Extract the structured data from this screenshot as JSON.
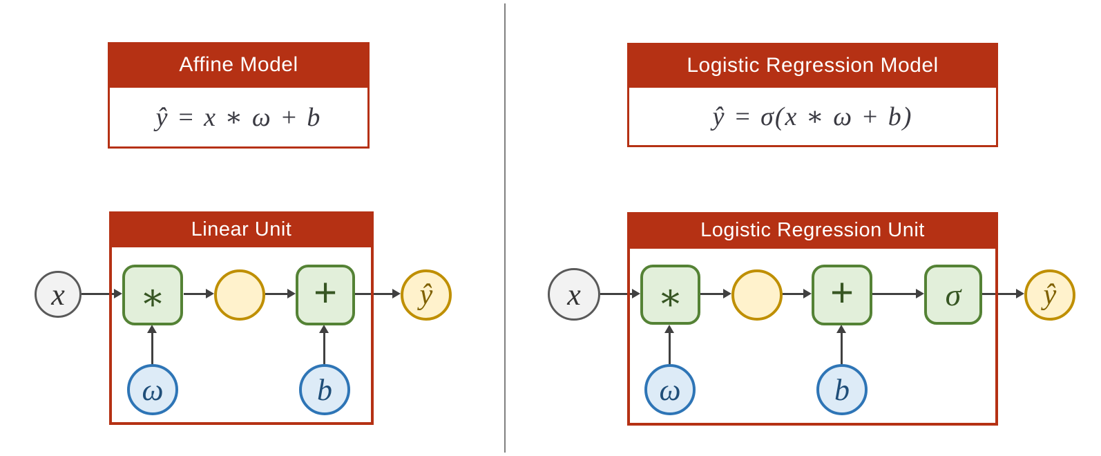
{
  "colors": {
    "red": "#B53114",
    "green_fill": "#E2EFDA",
    "green_border": "#548235",
    "yellow_fill": "#FFF2CC",
    "yellow_border": "#BF8F00",
    "blue_fill": "#DDEBF7",
    "blue_border": "#2E75B6",
    "gray_fill": "#F2F2F2",
    "gray_border": "#595959",
    "arrow": "#404040",
    "divider": "#7F7F7F"
  },
  "left": {
    "model_box": {
      "title": "Affine Model",
      "formula": "ŷ = x ∗ ω + b"
    },
    "unit_box": {
      "title": "Linear Unit"
    },
    "nodes": {
      "input": "x",
      "multiply": "∗",
      "add": "+",
      "output": "ŷ",
      "weight": "ω",
      "bias": "b"
    }
  },
  "right": {
    "model_box": {
      "title": "Logistic Regression Model",
      "formula": "ŷ = σ(x ∗ ω + b)"
    },
    "unit_box": {
      "title": "Logistic Regression Unit"
    },
    "nodes": {
      "input": "x",
      "multiply": "∗",
      "add": "+",
      "sigma": "σ",
      "output": "ŷ",
      "weight": "ω",
      "bias": "b"
    }
  }
}
